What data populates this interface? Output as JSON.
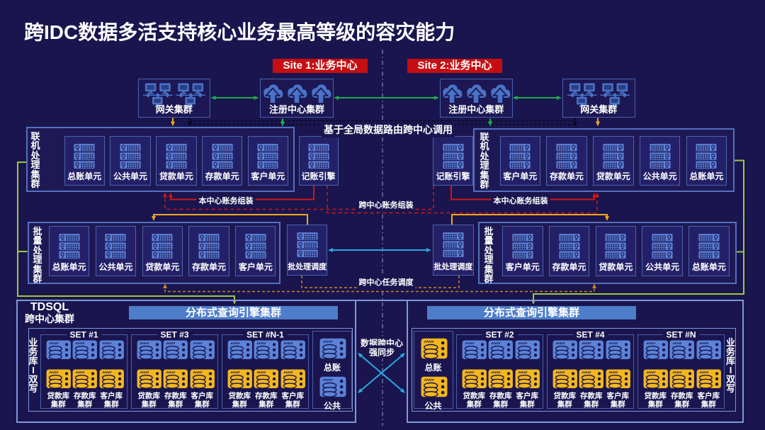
{
  "title": "跨IDC数据多活支持核心业务最高等级的容灾能力",
  "sites": {
    "site1_badge": "Site 1:业务中心",
    "site2_badge": "Site 2:业务中心"
  },
  "top": {
    "gateway_label": "网关集群",
    "registry_label": "注册中心集群",
    "routing_note": "基于全局数据路由跨中心调用"
  },
  "online_row": {
    "cluster_label": "联机处理集群",
    "engine_label": "记账引擎",
    "left_units": [
      "总账单元",
      "公共单元",
      "贷款单元",
      "存款单元",
      "客户单元"
    ],
    "right_units": [
      "客户单元",
      "存款单元",
      "贷款单元",
      "公共单元",
      "总账单元"
    ],
    "local_assembly_label": "本中心账务组装",
    "cross_assembly_label": "跨中心账务组装"
  },
  "batch_row": {
    "cluster_label": "批量处理集群",
    "scheduler_label": "批处理调度",
    "left_units": [
      "总账单元",
      "公共单元",
      "贷款单元",
      "存款单元",
      "客户单元"
    ],
    "right_units": [
      "客户单元",
      "存款单元",
      "贷款单元",
      "公共单元",
      "总账单元"
    ],
    "cross_schedule_label": "跨中心任务调度"
  },
  "tdsql": {
    "label_line1": "TDSQL",
    "label_line2": "跨中心集群",
    "query_engine_label": "分布式查询引擎集群",
    "dual_write_label": "业务库I双写",
    "sync_label_line1": "数据跨中心",
    "sync_label_line2": "强同步",
    "left_sets": [
      "SET #1",
      "SET #3",
      "SET #N-1"
    ],
    "right_sets": [
      "SET #2",
      "SET #4",
      "SET #N"
    ],
    "db_cluster_labels": [
      "贷款库集群",
      "存款库集群",
      "客户库集群"
    ],
    "global_db_labels": [
      "总账",
      "公共"
    ]
  },
  "icons": {
    "gateway": "network-monitors-icon",
    "registry": "cloud-upload-icon",
    "unit": "server-stack-icon",
    "database": "database-icon"
  },
  "colors": {
    "background": "#1a154e",
    "badge_red": "#c60e12",
    "arrow_green": "#21a94c",
    "arrow_yellow": "#f2a71d",
    "arrow_cyan": "#2aa9e0",
    "line_chartreuse": "#9dc83e",
    "line_red": "#cf1717",
    "dashed_orange": "#c8861e",
    "db_blue": "#5b83d9",
    "db_yellow": "#f3b71d",
    "box_border_light": "#7e99da",
    "query_bar_blue": "#4e7dc9"
  }
}
